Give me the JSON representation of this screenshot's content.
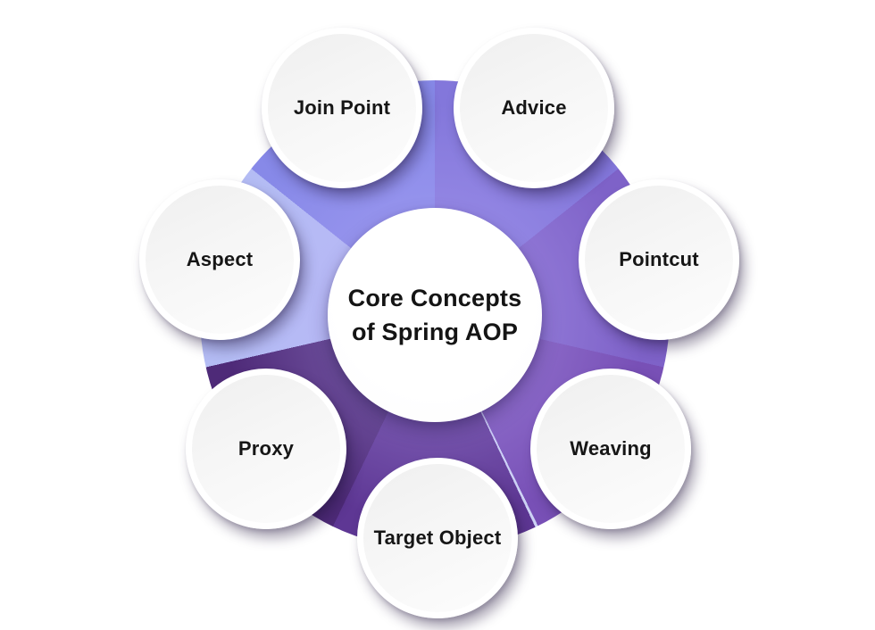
{
  "title": {
    "line1": "Core Concepts",
    "line2": "of Spring AOP"
  },
  "bubbles": [
    {
      "id": "join-point",
      "label": "Join Point"
    },
    {
      "id": "advice",
      "label": "Advice"
    },
    {
      "id": "aspect",
      "label": "Aspect"
    },
    {
      "id": "pointcut",
      "label": "Pointcut"
    },
    {
      "id": "proxy",
      "label": "Proxy"
    },
    {
      "id": "weaving",
      "label": "Weaving"
    },
    {
      "id": "target-object",
      "label": "Target Object"
    }
  ],
  "colors": {
    "sector_advice": "#8377DB",
    "sector_pointcut": "#7E62C8",
    "sector_weaving": "#7850B6",
    "sector_target": "#5E3794",
    "sector_proxy": "#4E2A78",
    "sector_aspect": "#B4BCF4",
    "sector_join_point": "#8789E8",
    "sector_divider": "#CDD2F5",
    "bubble_fill": "#F4F4F4",
    "bubble_ring": "#FFFFFF",
    "hub_fill": "#FFFFFF",
    "text": "#161616",
    "page_background": "#FFFFFF"
  }
}
